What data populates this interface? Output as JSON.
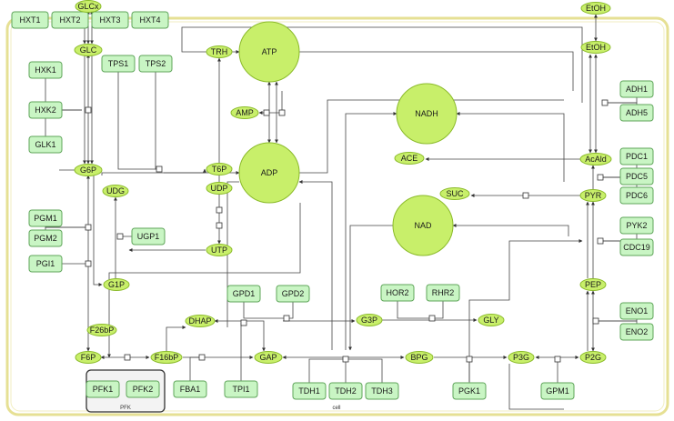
{
  "compartment": {
    "label": "cell"
  },
  "group": {
    "label": "PFK"
  },
  "colors": {
    "metabolite": "#c8ef6a",
    "metabolite_stroke": "#8bbb2a",
    "enzyme": "#c9f5c4",
    "enzyme_stroke": "#5fa55a",
    "cell_border": "#e6e094",
    "edge": "#444444"
  },
  "transporters": [
    "HXT1",
    "HXT2",
    "HXT3",
    "HXT4"
  ],
  "metabolites": {
    "GLCx": "GLCx",
    "GLC": "GLC",
    "EtOH_out": "EtOH",
    "EtOH": "EtOH",
    "TRH": "TRH",
    "AMP": "AMP",
    "G6P": "G6P",
    "T6P": "T6P",
    "UDG": "UDG",
    "UDP": "UDP",
    "UTP": "UTP",
    "G1P": "G1P",
    "F26bP": "F26bP",
    "F6P": "F6P",
    "F16bP": "F16bP",
    "DHAP": "DHAP",
    "GAP": "GAP",
    "G3P": "G3P",
    "GLY": "GLY",
    "BPG": "BPG",
    "P3G": "P3G",
    "P2G": "P2G",
    "PEP": "PEP",
    "PYR": "PYR",
    "AcAld": "AcAld",
    "ACE": "ACE",
    "SUC": "SUC"
  },
  "cofactors": {
    "ATP": "ATP",
    "ADP": "ADP",
    "NADH": "NADH",
    "NAD": "NAD"
  },
  "enzymes": {
    "HXK1": "HXK1",
    "HXK2": "HXK2",
    "GLK1": "GLK1",
    "TPS1": "TPS1",
    "TPS2": "TPS2",
    "PGM1": "PGM1",
    "PGM2": "PGM2",
    "PGI1": "PGI1",
    "UGP1": "UGP1",
    "GPD1": "GPD1",
    "GPD2": "GPD2",
    "HOR2": "HOR2",
    "RHR2": "RHR2",
    "PFK1": "PFK1",
    "PFK2": "PFK2",
    "FBA1": "FBA1",
    "TPI1": "TPI1",
    "TDH1": "TDH1",
    "TDH2": "TDH2",
    "TDH3": "TDH3",
    "PGK1": "PGK1",
    "GPM1": "GPM1",
    "ENO1": "ENO1",
    "ENO2": "ENO2",
    "PYK2": "PYK2",
    "CDC19": "CDC19",
    "PDC1": "PDC1",
    "PDC5": "PDC5",
    "PDC6": "PDC6",
    "ADH1": "ADH1",
    "ADH5": "ADH5"
  }
}
